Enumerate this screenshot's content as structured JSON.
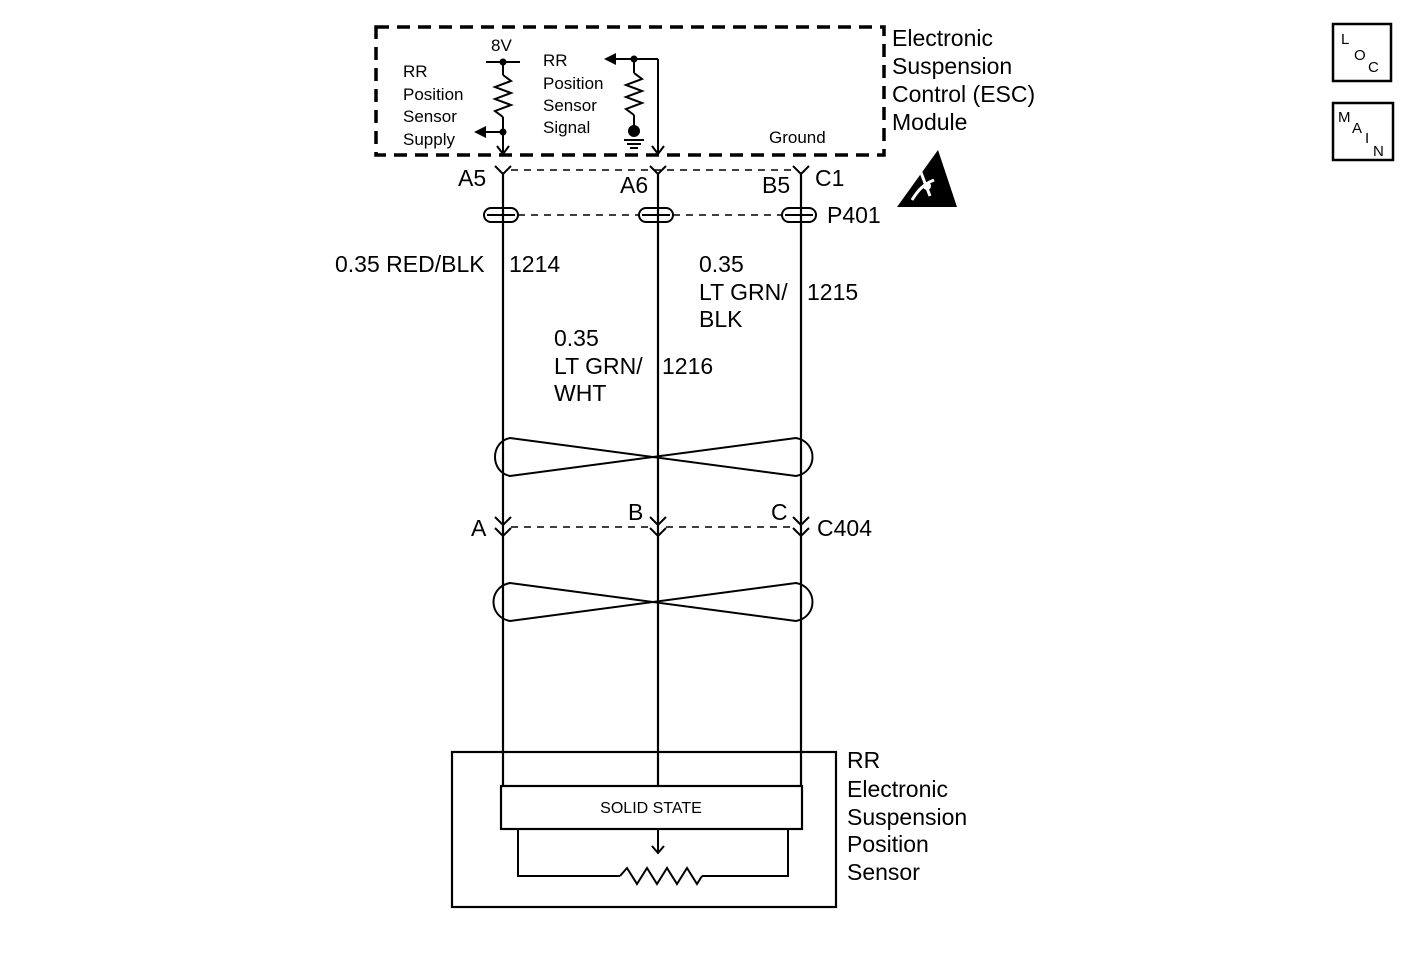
{
  "module": {
    "name_lines": [
      "Electronic",
      "Suspension",
      "Control (ESC)",
      "Module"
    ],
    "voltage": "8V",
    "supply_label_lines": [
      "RR",
      "Position",
      "Sensor",
      "Supply"
    ],
    "signal_label_lines": [
      "RR",
      "Position",
      "Sensor",
      "Signal"
    ],
    "ground_label": "Ground"
  },
  "pins": {
    "a5": "A5",
    "a6": "A6",
    "b5": "B5",
    "c1": "C1"
  },
  "connector_p": "P401",
  "connector_c": "C404",
  "c404_pins": {
    "a": "A",
    "b": "B",
    "c": "C"
  },
  "wires": {
    "w1214": {
      "gauge_color": "0.35 RED/BLK",
      "circuit": "1214"
    },
    "w1216": {
      "gauge": "0.35",
      "color_line1": "LT GRN/",
      "color_line2": "WHT",
      "circuit": "1216"
    },
    "w1215": {
      "gauge": "0.35",
      "color_line1": "LT GRN/",
      "color_line2": "BLK",
      "circuit": "1215"
    }
  },
  "sensor": {
    "name_lines": [
      "RR",
      "Electronic",
      "Suspension",
      "Position",
      "Sensor"
    ],
    "inner_label": "SOLID STATE"
  },
  "icons": {
    "loc": {
      "l": "L",
      "o": "O",
      "c": "C"
    },
    "main": {
      "m": "M",
      "a": "A",
      "i": "I",
      "n": "N"
    }
  }
}
